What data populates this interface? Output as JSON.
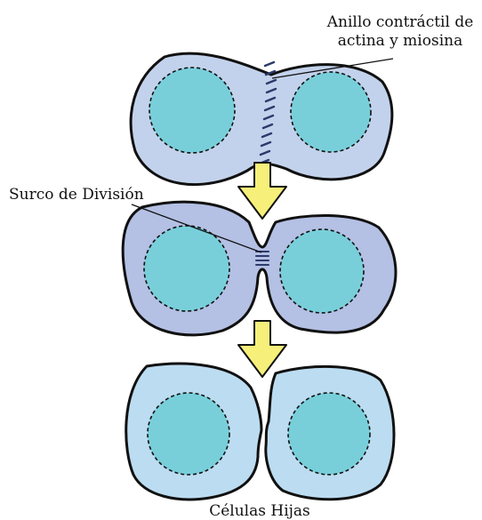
{
  "labels": {
    "ring_line1": "Anillo contráctil de",
    "ring_line2": "actina y miosina",
    "furrow": "Surco de División",
    "daughters": "Células Hijas"
  },
  "colors": {
    "cell_stage1": "#c3d2ec",
    "cell_stage2": "#b4c0e4",
    "cell_stage3": "#bcdcf1",
    "nucleus": "#78cfda",
    "arrow": "#f6f07a",
    "outline": "#111111",
    "ring": "#2b3a6b"
  },
  "icons": {
    "arrow": "down-arrow-icon"
  }
}
